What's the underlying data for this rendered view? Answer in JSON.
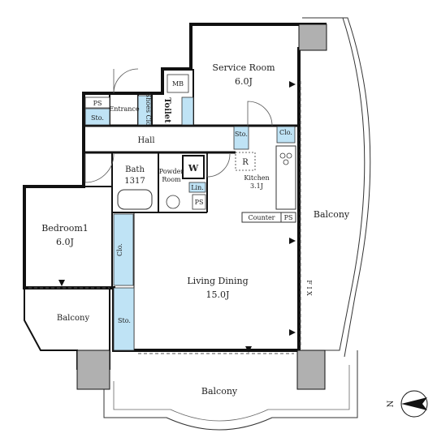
{
  "rooms": {
    "service_room": {
      "name": "Service Room",
      "size": "6.0J"
    },
    "entrance": "Entrance",
    "shoes_clo": "Shoes Clo.",
    "toilet": "Toilet",
    "mb": "MB",
    "ps_top": "PS",
    "sto_top_left": "Sto.",
    "hall": "Hall",
    "sto_kitchen": "Sto.",
    "clo_kitchen": "Clo.",
    "r_label": "R",
    "kitchen": {
      "name": "Kitchen",
      "size": "3.1J"
    },
    "bath": {
      "name": "Bath",
      "size": "1317"
    },
    "powder_room": {
      "line1": "Powder",
      "line2": "Room"
    },
    "w_label": "W",
    "lin": "Lin.",
    "ps_bath": "PS",
    "counter": "Counter",
    "ps_counter": "PS",
    "bedroom": {
      "name": "Bedroom1",
      "size": "6.0J"
    },
    "clo_bedroom": "Clo.",
    "living_dining": {
      "name": "Living Dining",
      "size": "15.0J"
    },
    "sto_living": "Sto.",
    "balcony_right": "Balcony",
    "balcony_left": "Balcony",
    "balcony_bottom": "Balcony",
    "fix": "F I X"
  },
  "compass": {
    "label": "N"
  },
  "colors": {
    "wall": "#111111",
    "storage_fill": "#bfe3f5",
    "column_fill": "#b0b0b0",
    "line": "#333333"
  }
}
